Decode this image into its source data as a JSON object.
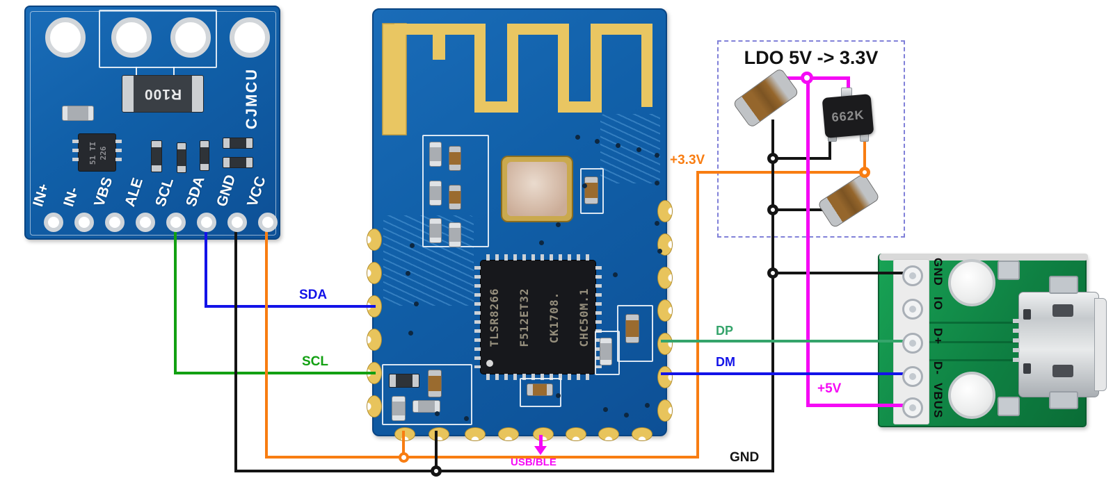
{
  "diagram": {
    "sensor_board": {
      "brand": "CJMCU",
      "shunt_resistor": "R100",
      "ic_marking": [
        "51 TI",
        "226"
      ],
      "pins": [
        "IN+",
        "IN-",
        "VBS",
        "ALE",
        "SCL",
        "SDA",
        "GND",
        "VCC"
      ]
    },
    "ble_module": {
      "soc_marking": [
        "TLSR8266",
        "F512ET32",
        "CK1708.",
        "CHC50M.1"
      ]
    },
    "ldo_circuit": {
      "title": "LDO 5V -> 3.3V",
      "regulator_marking": "662K"
    },
    "usb_breakout": {
      "pins": [
        "GND",
        "IO",
        "D+",
        "D-",
        "VBUS"
      ]
    },
    "wire_labels": {
      "sda": "SDA",
      "scl": "SCL",
      "dp": "DP",
      "dm": "DM",
      "v33": "+3.3V",
      "v5": "+5V",
      "gnd": "GND",
      "usb_ble": "USB/BLE"
    },
    "colors": {
      "sda_dm_wire": "#1313e8",
      "scl_wire": "#12a012",
      "dp_wire": "#35a46b",
      "vcc_33_wire": "#f87d12",
      "v5_wire": "#f50af5",
      "gnd_wire": "#141414",
      "pcb_blue": "#1160a9",
      "pcb_green": "#0f8143",
      "antenna_gold": "#e9c662"
    }
  }
}
